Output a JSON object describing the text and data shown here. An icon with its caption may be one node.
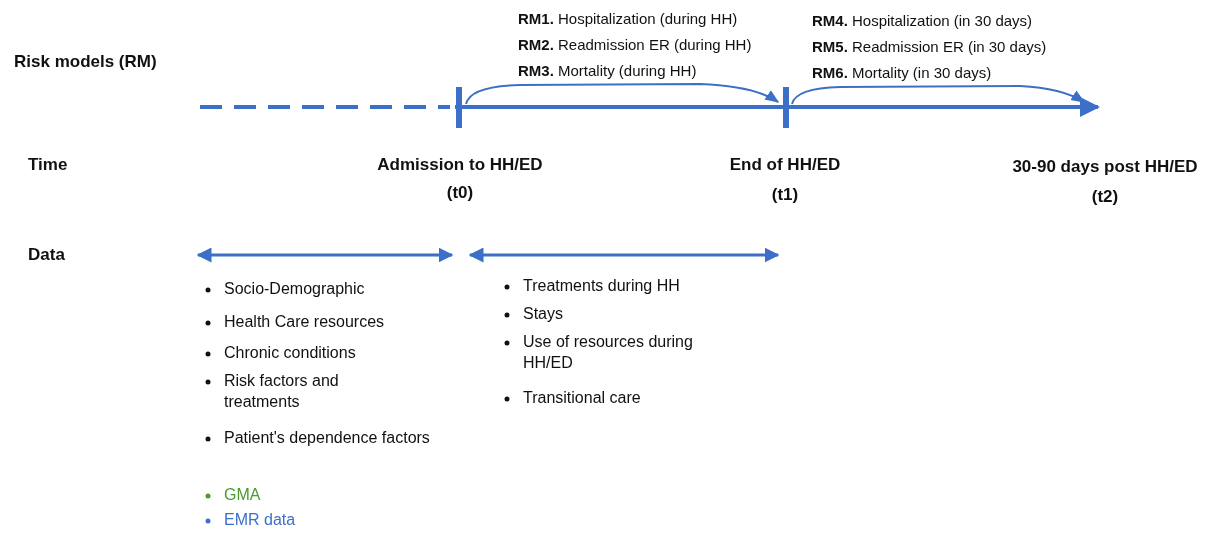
{
  "diagram": {
    "labels": [
      "Risk models (RM)",
      "**RM1.** Hospitalization (during HH)",
      "**RM4.** Hospitalization (in 30 days)",
      "**RM2.** Readmission ER (during HH)",
      "**RM5.** Readmission ER (in 30 days)",
      "**RM3.** Mortality (during HH)",
      "**RM6.** Mortality (in 30 days)",
      "Time",
      "Admission to HH/ED",
      "(t0)",
      "End of HH/ED",
      "(t1)",
      "30-90 days post HH/ED",
      "(t2)",
      "Data",
      "Socio-Demographic",
      "Health Care resources",
      "Chronic conditions",
      "Risk factors and treatments",
      "Patient's dependence factors",
      "GMA",
      "EMR data",
      "Treatments during HH",
      "Stays",
      "Use of resources during HH/ED",
      "Transitional care"
    ]
  }
}
